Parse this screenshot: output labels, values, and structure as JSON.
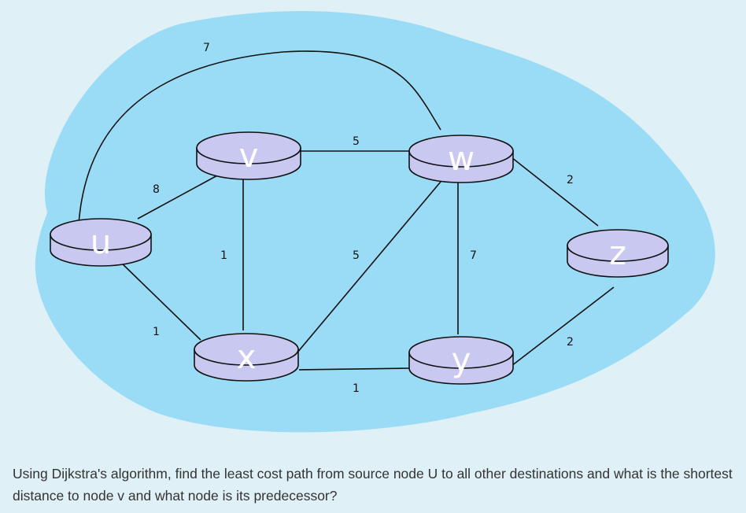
{
  "graph": {
    "nodes": [
      {
        "id": "u",
        "label": "u"
      },
      {
        "id": "v",
        "label": "v"
      },
      {
        "id": "w",
        "label": "w"
      },
      {
        "id": "x",
        "label": "x"
      },
      {
        "id": "y",
        "label": "y"
      },
      {
        "id": "z",
        "label": "z"
      }
    ],
    "edges": [
      {
        "from": "u",
        "to": "w",
        "weight": "7"
      },
      {
        "from": "u",
        "to": "v",
        "weight": "8"
      },
      {
        "from": "u",
        "to": "x",
        "weight": "1"
      },
      {
        "from": "v",
        "to": "w",
        "weight": "5"
      },
      {
        "from": "v",
        "to": "x",
        "weight": "1"
      },
      {
        "from": "w",
        "to": "x",
        "weight": "5"
      },
      {
        "from": "w",
        "to": "y",
        "weight": "7"
      },
      {
        "from": "w",
        "to": "z",
        "weight": "2"
      },
      {
        "from": "x",
        "to": "y",
        "weight": "1"
      },
      {
        "from": "y",
        "to": "z",
        "weight": "2"
      }
    ]
  },
  "question": "Using Dijkstra's algorithm, find the least cost path from source node U to all other destinations and what is the shortest distance to node v and what node is its predecessor?",
  "colors": {
    "background": "#e0f0f7",
    "cloud": "#9adcf6",
    "router": "#c8c8f0"
  }
}
